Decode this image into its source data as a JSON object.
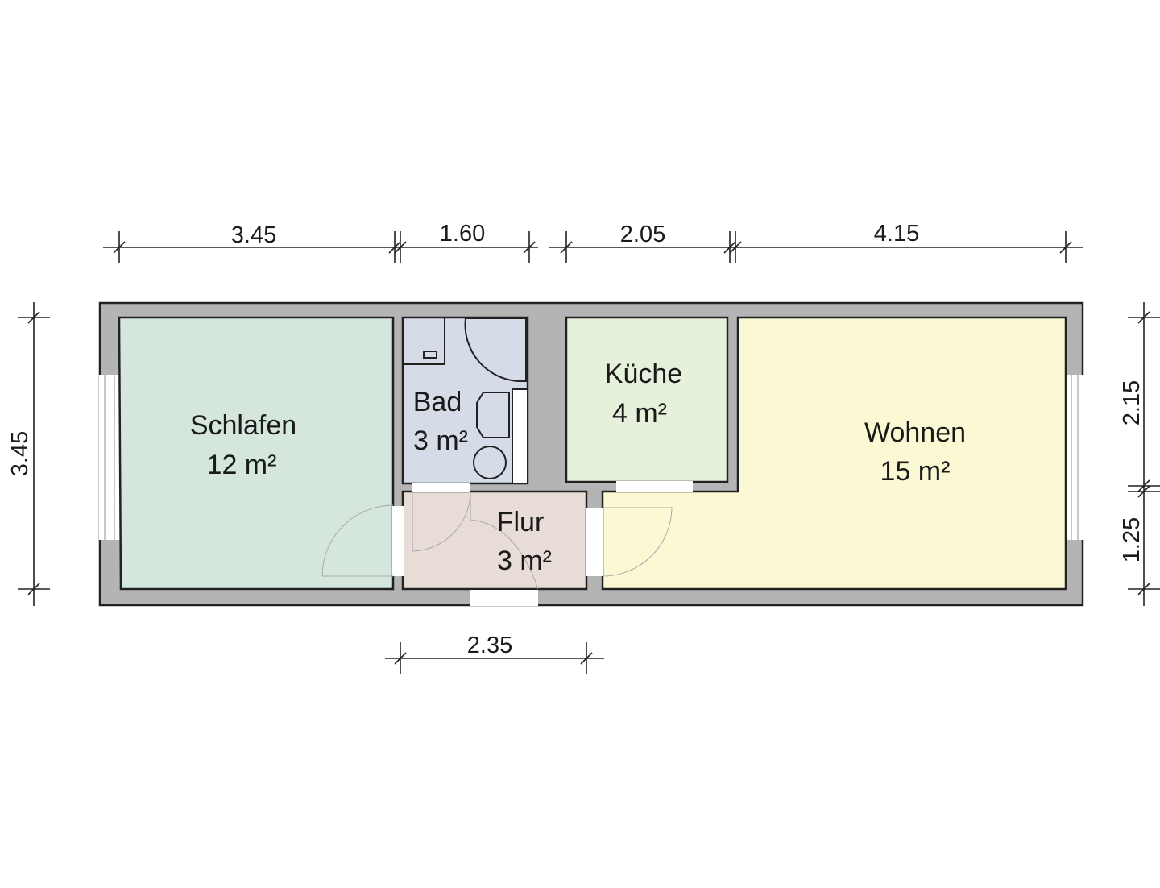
{
  "rooms": {
    "schlafen": {
      "name": "Schlafen",
      "area": "12 m²",
      "color": "#d5e6dc"
    },
    "bad": {
      "name": "Bad",
      "area": "3 m²",
      "color": "#d5dbe7"
    },
    "kueche": {
      "name": "Küche",
      "area": "4 m²",
      "color": "#e6f1db"
    },
    "wohnen": {
      "name": "Wohnen",
      "area": "15 m²",
      "color": "#fbf9d3"
    },
    "flur": {
      "name": "Flur",
      "area": "3 m²",
      "color": "#e7dcd6"
    }
  },
  "dimensions": {
    "top": [
      "3.45",
      "1.60",
      "2.05",
      "4.15"
    ],
    "left": "3.45",
    "right": [
      "2.15",
      "1.25"
    ],
    "bottom": "2.35"
  },
  "wall_color": "#b4b4b4"
}
